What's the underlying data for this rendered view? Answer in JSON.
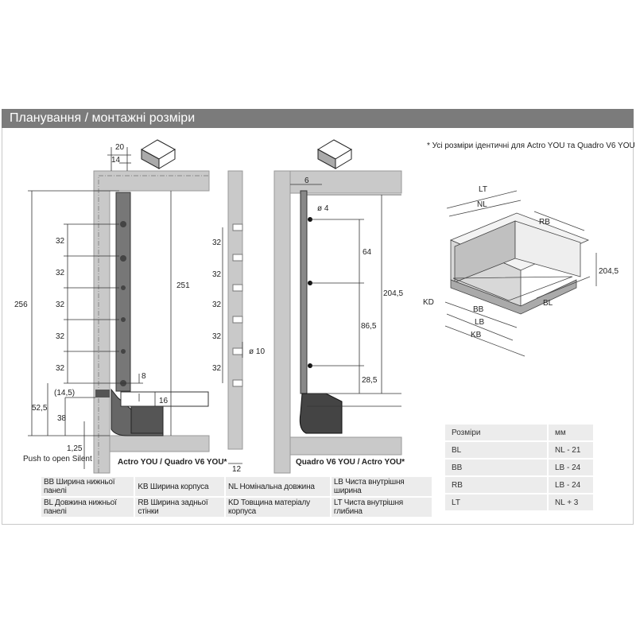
{
  "title": "Планування / монтажні розміри",
  "note": "* Усі розміри ідентичні для Actro YOU та Quadro V6 YOU",
  "left_drawing": {
    "caption": "Actro YOU / Quadro V6 YOU*",
    "dims": {
      "w20": "20",
      "w14": "14",
      "h256": "256",
      "h251": "251",
      "pitch": "32",
      "d8": "8",
      "d14_5": "(14,5)",
      "d16": "16",
      "d52_5": "52,5",
      "d38": "38",
      "d1_25": "1,25"
    },
    "push_label": "Push to open Silent"
  },
  "middle_drawing": {
    "pitch": "32",
    "hole": "ø 10",
    "thickness": "12"
  },
  "right_drawing": {
    "caption": "Quadro V6 YOU / Actro YOU*",
    "dims": {
      "d6": "6",
      "d4": "ø 4",
      "d64": "64",
      "d86_5": "86,5",
      "d28_5": "28,5",
      "d204_5": "204,5"
    }
  },
  "iso_drawing": {
    "LT": "LT",
    "NL": "NL",
    "RB": "RB",
    "h": "204,5",
    "KD": "KD",
    "BB": "BB",
    "LB": "LB",
    "KB": "KB",
    "BL": "BL"
  },
  "legend": [
    [
      "BB Ширина нижньої панелі",
      "KB Ширина корпуса",
      "NL Номінальна довжина",
      "LB Чиста внутрішня ширина"
    ],
    [
      "BL Довжина нижньої панелі",
      "RB Ширина задньої стінки",
      "KD Товщина матеріалу корпуса",
      "LT Чиста внутрішня глибина"
    ]
  ],
  "dims_table": {
    "header": [
      "Розміри",
      "мм"
    ],
    "rows": [
      [
        "BL",
        "NL - 21"
      ],
      [
        "BB",
        "LB - 24"
      ],
      [
        "RB",
        "LB - 24"
      ],
      [
        "LT",
        "NL + 3"
      ]
    ]
  }
}
